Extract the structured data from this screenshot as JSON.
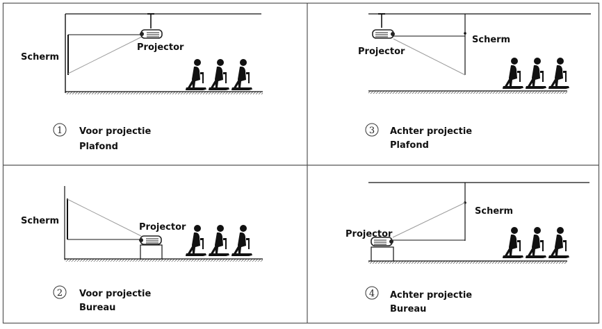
{
  "panels": [
    {
      "number": "1",
      "title": "Voor projectie",
      "subtitle": "Plafond",
      "projector_label": "Projector",
      "screen_label": "Scherm"
    },
    {
      "number": "3",
      "title": "Achter projectie",
      "subtitle": "Plafond",
      "projector_label": "Projector",
      "screen_label": "Scherm"
    },
    {
      "number": "2",
      "title": "Voor projectie",
      "subtitle": "Bureau",
      "projector_label": "Projector",
      "screen_label": "Scherm"
    },
    {
      "number": "4",
      "title": "Achter projectie",
      "subtitle": "Bureau",
      "projector_label": "Projector",
      "screen_label": "Scherm"
    }
  ],
  "colors": {
    "line": "#111111",
    "beam": "#888888",
    "border": "#555555",
    "floor": "#555555"
  }
}
